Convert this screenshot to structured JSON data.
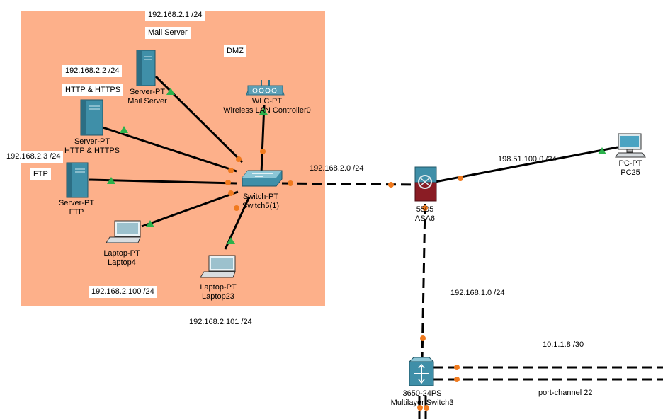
{
  "zone": {
    "label": "DMZ",
    "color": "#FDB08A"
  },
  "devices": {
    "mail_server": {
      "model": "Server-PT",
      "name": "Mail Server"
    },
    "http_server": {
      "model": "Server-PT",
      "name": "HTTP & HTTPS"
    },
    "ftp_server": {
      "model": "Server-PT",
      "name": "FTP"
    },
    "wlc": {
      "model": "WLC-PT",
      "name": "Wireless LAN Controller0"
    },
    "switch5": {
      "model": "Switch-PT",
      "name": "Switch5(1)"
    },
    "laptop4": {
      "model": "Laptop-PT",
      "name": "Laptop4"
    },
    "laptop23": {
      "model": "Laptop-PT",
      "name": "Laptop23"
    },
    "asa6": {
      "model": "5505",
      "name": "ASA6"
    },
    "pc25": {
      "model": "PC-PT",
      "name": "PC25"
    },
    "mls3": {
      "model": "3650-24PS",
      "name": "Multilayer Switch3"
    }
  },
  "notes": {
    "mail_ip": "192.168.2.1 /24",
    "mail_name": "Mail Server",
    "http_ip": "192.168.2.2 /24",
    "http_name": "HTTP & HTTPS",
    "ftp_ip": "192.168.2.3 /24",
    "ftp_name": "FTP",
    "laptop4_ip": "192.168.2.100 /24",
    "laptop23_ip": "192.168.2.101 /24",
    "dmz_net": "192.168.2.0 /24",
    "outside_net": "198.51.100.0 /24",
    "inside_net": "192.168.1.0 /24",
    "p2p_net": "10.1.1.8 /30",
    "port_channel": "port-channel 22"
  },
  "colors": {
    "link": "#000000",
    "port_up": "#2BB24C",
    "port_orange": "#F07A1E",
    "device_teal": "#3F8FA8"
  }
}
